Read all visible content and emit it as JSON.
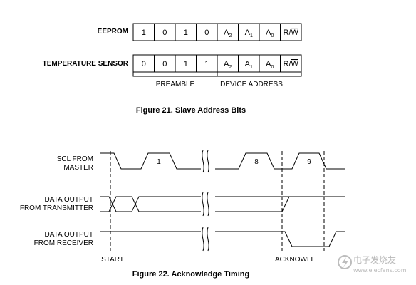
{
  "fig21": {
    "rows": [
      {
        "label": "EEPROM",
        "cells": [
          "1",
          "0",
          "1",
          "0"
        ]
      },
      {
        "label": "TEMPERATURE SENSOR",
        "cells": [
          "0",
          "0",
          "1",
          "1"
        ]
      }
    ],
    "addr_cells": [
      {
        "base": "A",
        "sub": "2"
      },
      {
        "base": "A",
        "sub": "1"
      },
      {
        "base": "A",
        "sub": "0"
      }
    ],
    "rw_r": "R/",
    "rw_w": "W",
    "preamble": "PREAMBLE",
    "device_address": "DEVICE ADDRESS",
    "caption": "Figure 21. Slave Address Bits"
  },
  "fig22": {
    "scl_label_1": "SCL FROM",
    "scl_label_2": "MASTER",
    "tx_label_1": "DATA OUTPUT",
    "tx_label_2": "FROM TRANSMITTER",
    "rx_label_1": "DATA OUTPUT",
    "rx_label_2": "FROM RECEIVER",
    "pulse_1": "1",
    "pulse_8": "8",
    "pulse_9": "9",
    "start": "START",
    "acknowledge": "ACKNOWLE",
    "caption": "Figure 22. Acknowledge Timing"
  },
  "watermark": {
    "text": "电子发烧友",
    "url": "www.elecfans.com"
  }
}
